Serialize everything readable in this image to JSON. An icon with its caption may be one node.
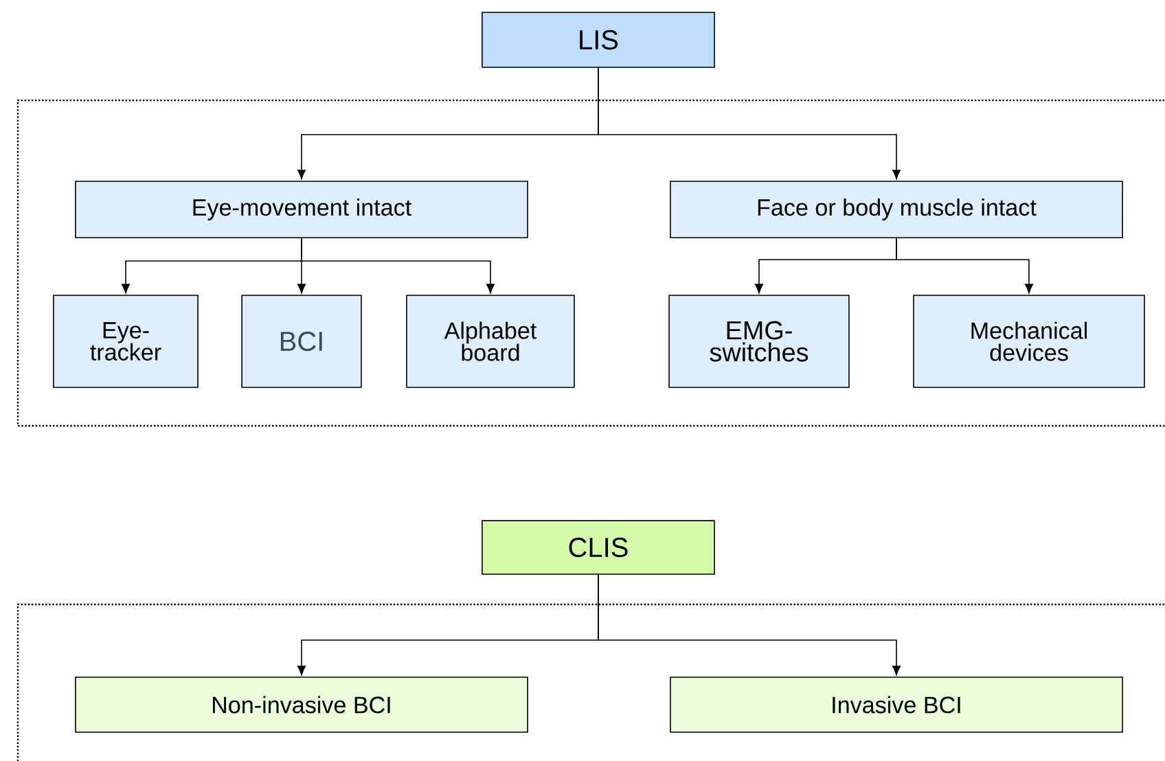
{
  "diagram": {
    "nodes": [
      {
        "text": [
          "LIS"
        ]
      },
      {
        "text": [
          "Eye-movement intact"
        ]
      },
      {
        "text": [
          "Face or body muscle intact"
        ]
      },
      {
        "text": [
          "Eye-tracker"
        ]
      },
      {
        "text": [
          "BCI"
        ]
      },
      {
        "text": [
          "Alphabet board"
        ]
      },
      {
        "text": [
          "EMG-switches"
        ]
      },
      {
        "text": [
          "Mechanical devices"
        ]
      },
      {
        "text": [
          "CLIS"
        ]
      },
      {
        "text": [
          "Non-invasive BCI"
        ]
      },
      {
        "text": [
          "Invasive BCI"
        ]
      }
    ],
    "edges": [
      {
        "from": 0,
        "to": 1,
        "arrow": "to"
      },
      {
        "from": 0,
        "to": 2,
        "arrow": "to"
      },
      {
        "from": 1,
        "to": 3,
        "arrow": "to"
      },
      {
        "from": 1,
        "to": 4,
        "arrow": "to"
      },
      {
        "from": 1,
        "to": 5,
        "arrow": "to"
      },
      {
        "from": 2,
        "to": 6,
        "arrow": "to"
      },
      {
        "from": 2,
        "to": 7,
        "arrow": "to"
      },
      {
        "from": 8,
        "to": 9,
        "arrow": "to"
      },
      {
        "from": 8,
        "to": 10,
        "arrow": "to"
      }
    ]
  }
}
